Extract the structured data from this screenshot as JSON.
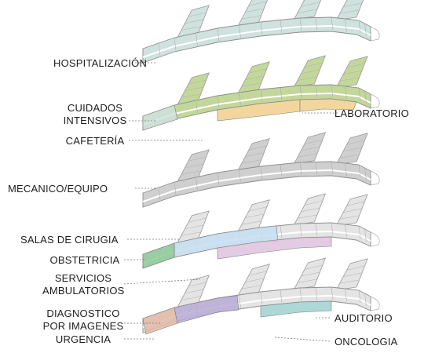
{
  "colors": {
    "gray_floor": "#e4e4e4",
    "gray_dark": "#cfcfcf",
    "hospitalizacion": "#cfe2dd",
    "cuidados_intensivos": "#c3d79a",
    "cafeteria": "#f0cf8c",
    "salas_de_cirugia": "#c6def1",
    "obstetricia": "#8cc999",
    "servicios_ambulatorios": "#ddc2de",
    "diagnostico": "#b9abd6",
    "urgencia": "#e3b9a7",
    "oncologia": "#9fd1cf",
    "leader": "#7a7a7a",
    "label_text": "#1e1e1e"
  },
  "labels": {
    "hospitalizacion": "HOSPITALIZACIÓN",
    "cuidados_1": "CUIDADOS",
    "cuidados_2": "INTENSIVOS",
    "cafeteria": "CAFETERÍA",
    "laboratorio": "LABORATORIO",
    "mecanico": "MECANICO/EQUIPO",
    "salas": "SALAS DE CIRUGIA",
    "obstetricia": "OBSTETRICIA",
    "servicios_1": "SERVICIOS",
    "servicios_2": "AMBULATORIOS",
    "diagnostico_1": "DIAGNOSTICO",
    "diagnostico_2": "POR IMAGENES",
    "urgencia": "URGENCIA",
    "auditorio": "AUDITORIO",
    "oncologia": "ONCOLOGIA"
  }
}
